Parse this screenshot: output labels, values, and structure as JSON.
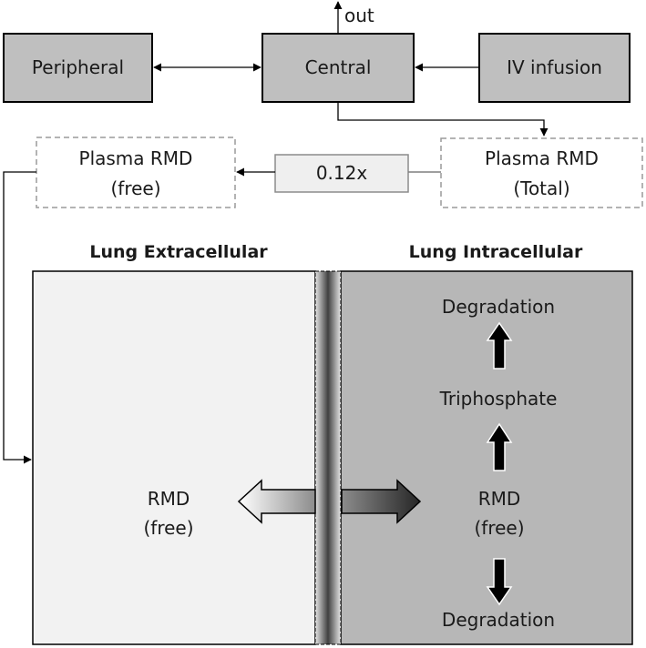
{
  "nodes": {
    "peripheral": "Peripheral",
    "central": "Central",
    "iv_infusion": "IV infusion",
    "out": "out",
    "plasma_total": [
      "Plasma RMD",
      "(Total)"
    ],
    "plasma_free": [
      "Plasma RMD",
      "(free)"
    ],
    "fraction": "0.12x"
  },
  "compartments": {
    "extracellular_title": "Lung Extracellular",
    "intracellular_title": "Lung Intracellular",
    "extracellular_rmd": [
      "RMD",
      "(free)"
    ],
    "intracellular_rmd": [
      "RMD",
      "(free)"
    ],
    "triphosphate": "Triphosphate",
    "degradation_top": "Degradation",
    "degradation_bottom": "Degradation"
  },
  "colors": {
    "box_fill": "#bfbfbf",
    "extracellular_fill": "#f2f2f2",
    "intracellular_fill": "#b7b7b7",
    "fraction_fill": "#efefef",
    "line": "#000000",
    "dashed_border": "#9a9a9a"
  }
}
